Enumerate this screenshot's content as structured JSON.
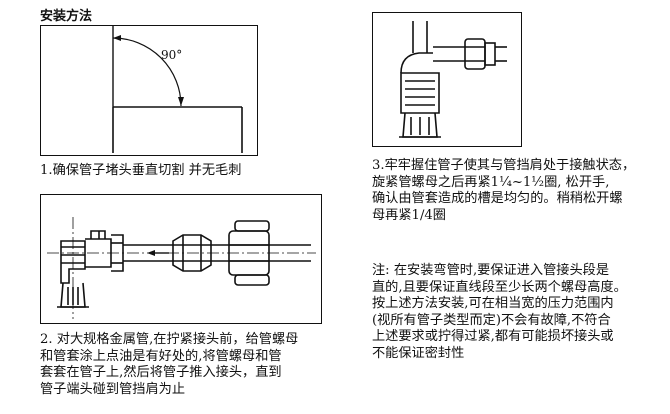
{
  "heading": "安装方法",
  "steps": [
    {
      "caption": "1.确保管子堵头垂直切割 并无毛刺",
      "angle_label": "90°"
    },
    {
      "caption": "2. 对大规格金属管,在拧紧接头前，给管螺母\n和管套涂上点油是有好处的,将管螺母和管\n套套在管子上,然后将管子推入接头，直到\n管子端头碰到管挡肩为止"
    },
    {
      "caption": "3.牢牢握住管子使其与管挡肩处于接触状态，\n旋紧管螺母之后再紧1¹⁄₄~1¹⁄₂圈, 松开手,\n确认由管套造成的槽是均匀的。稍稍松开螺\n母再紧1/4圈"
    }
  ],
  "note": "注: 在安装弯管时,要保证进入管接头段是\n直的,且要保证直线段至少长两个螺母高度。\n按上述方法安装,可在相当宽的压力范围内\n(视所有管子类型而定)不会有故障,不符合\n上述要求或拧得过紧,都有可能损坏接头或\n不能保证密封性",
  "colors": {
    "ink": "#111111",
    "background": "#ffffff"
  }
}
